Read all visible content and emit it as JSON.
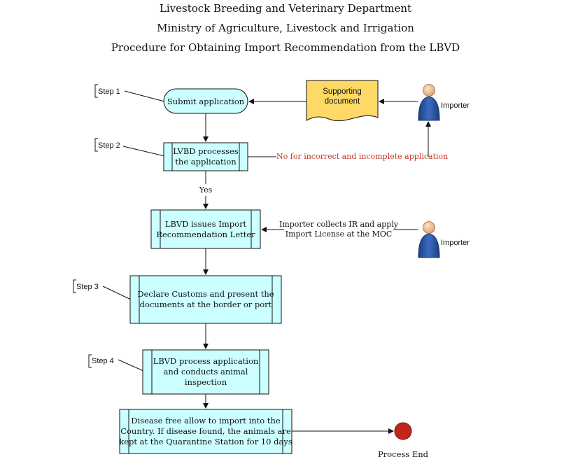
{
  "header": {
    "line1": "Livestock Breeding and Veterinary Department",
    "line2": "Ministry of Agriculture, Livestock and Irrigation",
    "line3": "Procedure for Obtaining Import Recommendation from the LBVD"
  },
  "steps": {
    "step1": "Step 1",
    "step2": "Step 2",
    "step3": "Step 3",
    "step4": "Step 4"
  },
  "nodes": {
    "submit": "Submit application",
    "process_l1": "LVBD processes",
    "process_l2": "the application",
    "issue_l1": "LBVD issues Import",
    "issue_l2": "Recommendation Letter",
    "declare_l1": "Declare Customs and present the",
    "declare_l2": "documents at the border or port",
    "inspect_l1": "LBVD process application",
    "inspect_l2": "and conducts animal",
    "inspect_l3": "inspection",
    "final_l1": "Disease free allow to import into the",
    "final_l2": "Country. If disease found, the animals are",
    "final_l3": "kept at the Quarantine Station for 10 days",
    "doc_l1": "Supporting",
    "doc_l2": "document",
    "end": "Process End"
  },
  "labels": {
    "yes": "Yes",
    "no": "No for incorrect and incomplete application",
    "collects_l1": "Importer collects IR and apply",
    "collects_l2": "Import License at the MOC"
  },
  "actors": {
    "importer_top": "Importer",
    "importer_mid": "Importer"
  },
  "colors": {
    "process_fill": "#ccffff",
    "document_fill": "#ffd966",
    "end_fill": "#c0271c",
    "no_text": "#c0392b",
    "actor_body": "#2b5aa8",
    "actor_head": "#f2c7a0"
  }
}
